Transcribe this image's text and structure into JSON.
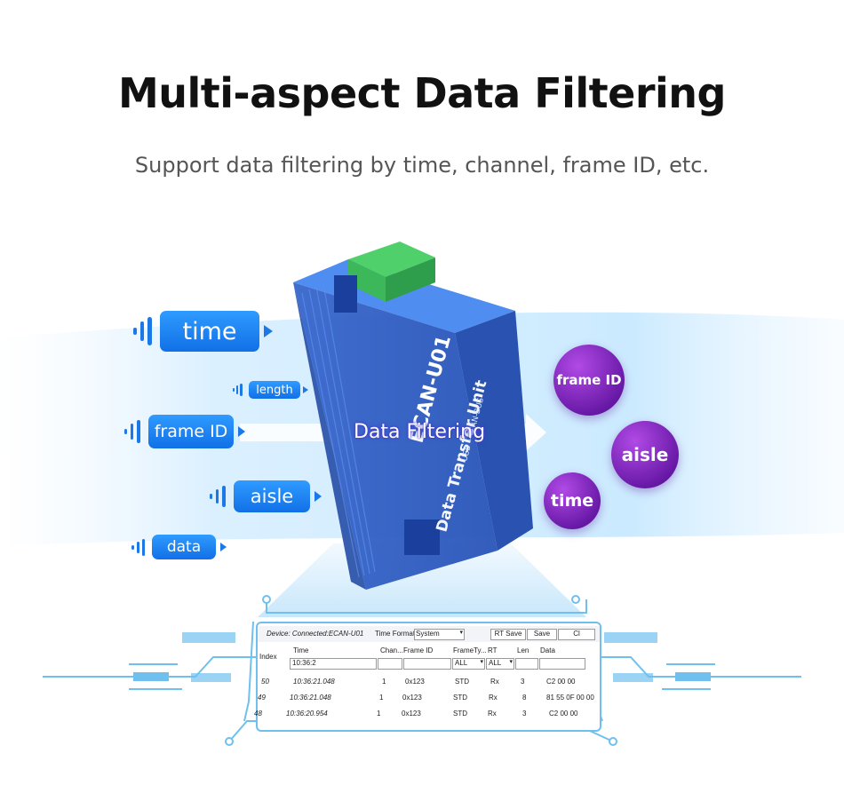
{
  "header": {
    "title": "Multi-aspect Data Filtering",
    "subtitle": "Support data filtering by time, channel, frame ID, etc."
  },
  "input_tags": [
    "time",
    "length",
    "frame ID",
    "aisle",
    "data"
  ],
  "center_label": "Data Filtering",
  "output_bubbles": [
    "frame ID",
    "aisle",
    "time"
  ],
  "device": {
    "model": "ECAN-U01",
    "caption": "Data Transfer Unit",
    "sub": "USB — CAN-BUS"
  },
  "software": {
    "device_text": "Device: Connected:ECAN-U01",
    "time_format_label": "Time Format:",
    "time_format_value": "System",
    "buttons": [
      "RT Save",
      "Save",
      "Cl"
    ],
    "columns": [
      "Index",
      "Time",
      "Chan...",
      "Frame ID",
      "FrameTy...",
      "RT",
      "Len",
      "Data"
    ],
    "filter_time": "10:36:2",
    "filter_frametype": "ALL",
    "filter_rt": "ALL",
    "rows": [
      {
        "index": "50",
        "time": "10:36:21.048",
        "chan": "1",
        "frame_id": "0x123",
        "type": "STD",
        "rt": "Rx",
        "len": "3",
        "data": "C2 00 00"
      },
      {
        "index": "49",
        "time": "10:36:21.048",
        "chan": "1",
        "frame_id": "0x123",
        "type": "STD",
        "rt": "Rx",
        "len": "8",
        "data": "81 55 0F 00 00"
      },
      {
        "index": "48",
        "time": "10:36:20.954",
        "chan": "1",
        "frame_id": "0x123",
        "type": "STD",
        "rt": "Rx",
        "len": "3",
        "data": "C2 00 00"
      }
    ]
  },
  "colors": {
    "accent_blue": "#1b78e6",
    "bubble_purple": "#7a22bd",
    "device_blue": "#3a6fd8",
    "circuit_line": "#6fc0ee"
  }
}
